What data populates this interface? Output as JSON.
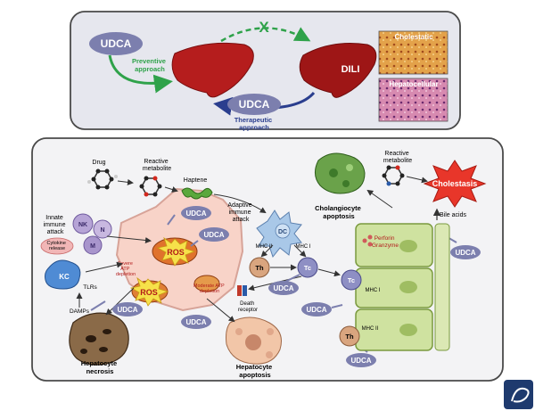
{
  "top_panel": {
    "udca_left": "UDCA",
    "preventive": [
      "Preventive",
      "approach"
    ],
    "x_mark": "X",
    "dili": "DILI",
    "udca_bottom": "UDCA",
    "therapeutic": [
      "Therapeutic",
      "approach"
    ],
    "histology": [
      "Cholestatic",
      "Hepatocellular"
    ]
  },
  "main_panel": {
    "drug": "Drug",
    "reactive_metabolite": [
      "Reactive",
      "metabolite"
    ],
    "haptene": "Haptene",
    "innate": [
      "Innate",
      "immune",
      "attack"
    ],
    "cytokine": [
      "Cytokine",
      "release"
    ],
    "cells": {
      "nk": "NK",
      "n": "N",
      "m": "M",
      "kc": "KC",
      "dc": "DC",
      "th": "Th",
      "tc": "Tc"
    },
    "tlrs": "TLRs",
    "damps": "DAMPs",
    "ros": "ROS",
    "severe_atp": [
      "Severe",
      "ATP",
      "depletion"
    ],
    "moderate_atp": [
      "Moderate ATP",
      "depletion"
    ],
    "adaptive": [
      "Adaptive",
      "immune",
      "attack"
    ],
    "mhc2": "MHC II",
    "mhc1": "MHC I",
    "death_receptor": [
      "Death",
      "receptor"
    ],
    "necrosis": [
      "Hepatocyte",
      "necrosis"
    ],
    "apoptosis": [
      "Hepatocyte",
      "apoptosis"
    ],
    "cholangiocyte": [
      "Cholangiocyte",
      "apoptosis"
    ],
    "reactive_metabolite_right": [
      "Reactive",
      "metabolite"
    ],
    "cholestasis": "Cholestasis",
    "bile_acids": "Bile acids",
    "perforin": "Perforin",
    "granzyme": "Granzyme",
    "udca": "UDCA"
  },
  "colors": {
    "udca_pill": "#7c7fae",
    "liver": "#b51d1d",
    "preventive_arrow": "#2fa24a",
    "therapeutic_arrow": "#2a3e8e",
    "panel_border": "#4a4a4a"
  }
}
